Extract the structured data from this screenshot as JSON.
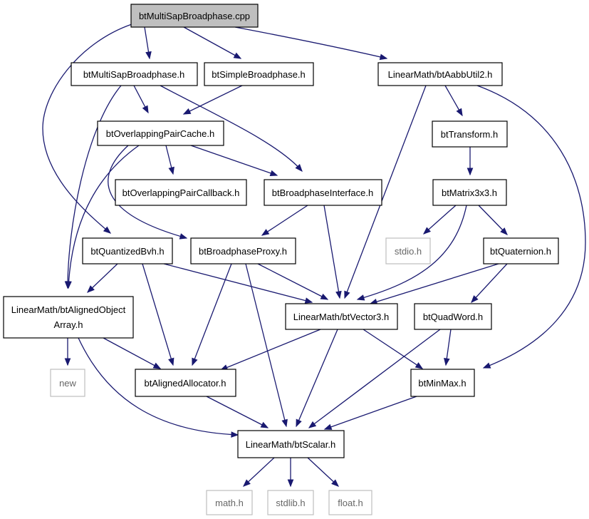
{
  "nodes": {
    "root": {
      "label": "btMultiSapBroadphase.cpp"
    },
    "multisap_h": {
      "label": "btMultiSapBroadphase.h"
    },
    "simple_h": {
      "label": "btSimpleBroadphase.h"
    },
    "aabbutil_h": {
      "label": "LinearMath/btAabbUtil2.h"
    },
    "overlapping_cache_h": {
      "label": "btOverlappingPairCache.h"
    },
    "transform_h": {
      "label": "btTransform.h"
    },
    "overlapping_callback_h": {
      "label": "btOverlappingPairCallback.h"
    },
    "broadphase_interface_h": {
      "label": "btBroadphaseInterface.h"
    },
    "matrix3x3_h": {
      "label": "btMatrix3x3.h"
    },
    "quantized_bvh_h": {
      "label": "btQuantizedBvh.h"
    },
    "broadphase_proxy_h": {
      "label": "btBroadphaseProxy.h"
    },
    "stdio_h": {
      "label": "stdio.h"
    },
    "quaternion_h": {
      "label": "btQuaternion.h"
    },
    "aligned_array_h": {
      "label_line1": "LinearMath/btAlignedObject",
      "label_line2": "Array.h"
    },
    "vector3_h": {
      "label": "LinearMath/btVector3.h"
    },
    "quadword_h": {
      "label": "btQuadWord.h"
    },
    "new": {
      "label": "new"
    },
    "aligned_allocator_h": {
      "label": "btAlignedAllocator.h"
    },
    "minmax_h": {
      "label": "btMinMax.h"
    },
    "scalar_h": {
      "label": "LinearMath/btScalar.h"
    },
    "math_h": {
      "label": "math.h"
    },
    "stdlib_h": {
      "label": "stdlib.h"
    },
    "float_h": {
      "label": "float.h"
    }
  },
  "colors": {
    "edge": "#191970",
    "root_fill": "#bfbfbf",
    "external_border": "#bfbfbf"
  }
}
